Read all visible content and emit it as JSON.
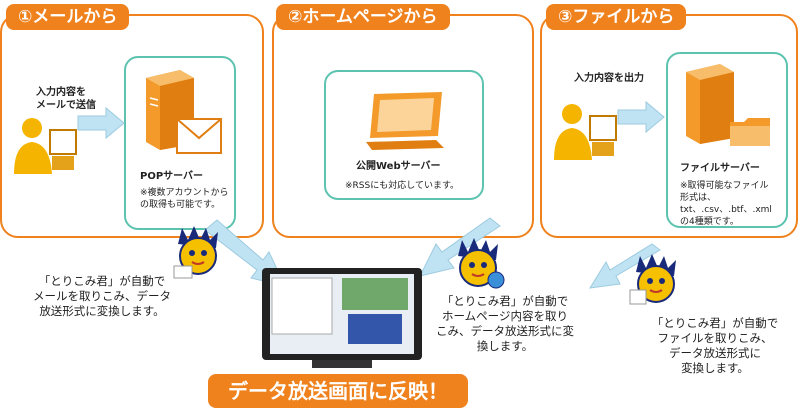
{
  "panels": [
    {
      "tab": "①メールから",
      "user_label": [
        "入力内容を",
        "メールで送信"
      ],
      "server_name": "POPサーバー",
      "server_note": [
        "※複数アカウントから",
        "の取得も可能です。"
      ]
    },
    {
      "tab": "②ホームページから",
      "server_name": "公開Webサーバー",
      "server_note": [
        "※RSSにも対応しています。"
      ]
    },
    {
      "tab": "③ファイルから",
      "user_label": [
        "入力内容を出力"
      ],
      "server_name": "ファイルサーバー",
      "server_note": [
        "※取得可能なファイル",
        "形式は、",
        "txt、.csv、.btf、.xml",
        "の4種類です。"
      ]
    }
  ],
  "captions": [
    [
      "「とりこみ君」が自動で",
      "メールを取りこみ、データ",
      "放送形式に変換します。"
    ],
    [
      "「とりこみ君」が自動で",
      "ホームページ内容を取り",
      "こみ、データ放送形式に変",
      "換します。"
    ],
    [
      "「とりこみ君」が自動で",
      "ファイルを取りこみ、",
      "データ放送形式に",
      "変換します。"
    ]
  ],
  "banner": "データ放送画面に反映！",
  "colors": {
    "orange": "#f0821e",
    "teal": "#5cc3b0",
    "person": "#f5b400",
    "server": "#f39a2a",
    "arrow": "#bfe3f2"
  },
  "icons": [
    "person-at-computer-icon",
    "server-icon",
    "envelope-icon",
    "monitor-icon",
    "folder-icon",
    "mascot-icon",
    "tv-icon"
  ]
}
